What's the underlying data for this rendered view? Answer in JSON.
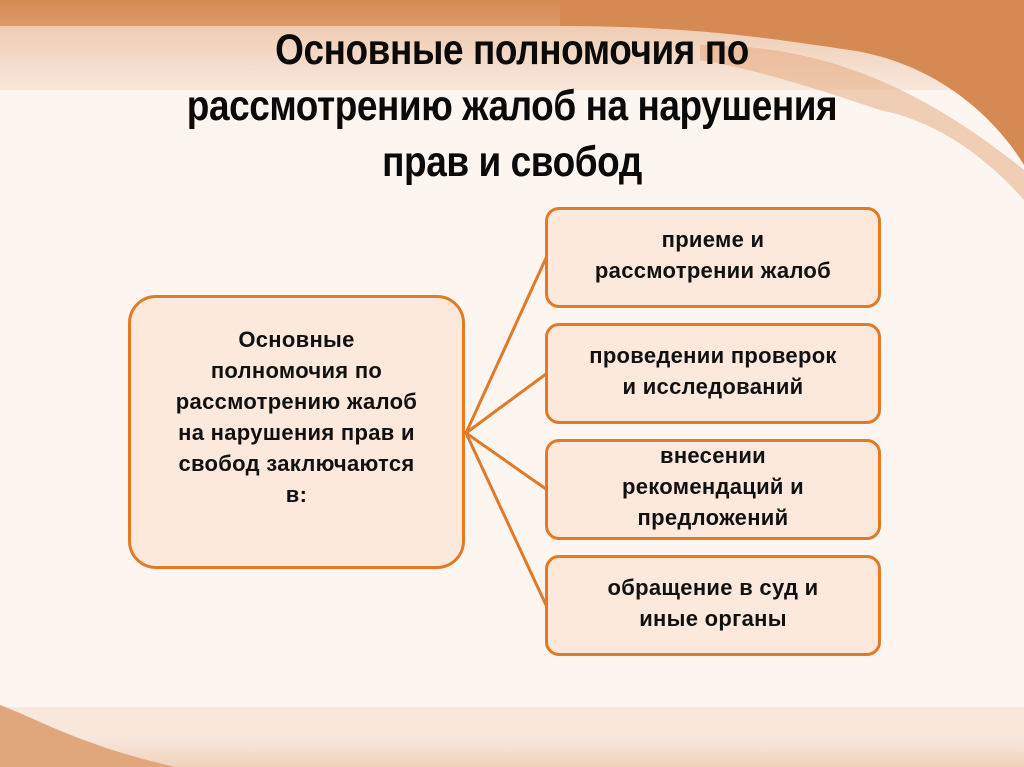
{
  "slide": {
    "title": "Основные полномочия по рассмотрению жалоб на нарушения прав и свобод",
    "title_lines": [
      "Основные полномочия по",
      "рассмотрению жалоб на нарушения",
      "прав и свобод"
    ]
  },
  "diagram": {
    "root": {
      "label": "Основные полномочия по рассмотрению жалоб на нарушения прав и свобод заключаются в:",
      "lines": [
        "Основные",
        "полномочия по",
        "рассмотрению жалоб",
        "на нарушения прав и",
        "свобод заключаются",
        "в:"
      ]
    },
    "children": [
      {
        "label": "приеме и рассмотрении жалоб",
        "lines": [
          "приеме и",
          "рассмотрении жалоб"
        ]
      },
      {
        "label": "проведении проверок и исследований",
        "lines": [
          "проведении проверок",
          "и исследований"
        ]
      },
      {
        "label": "внесении рекомендаций и предложений",
        "lines": [
          "внесении",
          "рекомендаций и",
          "предложений"
        ]
      },
      {
        "label": "обращение в суд и иные органы",
        "lines": [
          "обращение в суд и",
          "иные органы"
        ]
      }
    ]
  },
  "colors": {
    "accent": "#e07a26",
    "box_fill": "#fde9dc",
    "background": "#fdf5f0",
    "decor_dark": "#d8935f",
    "decor_light": "#f0c9ac"
  }
}
